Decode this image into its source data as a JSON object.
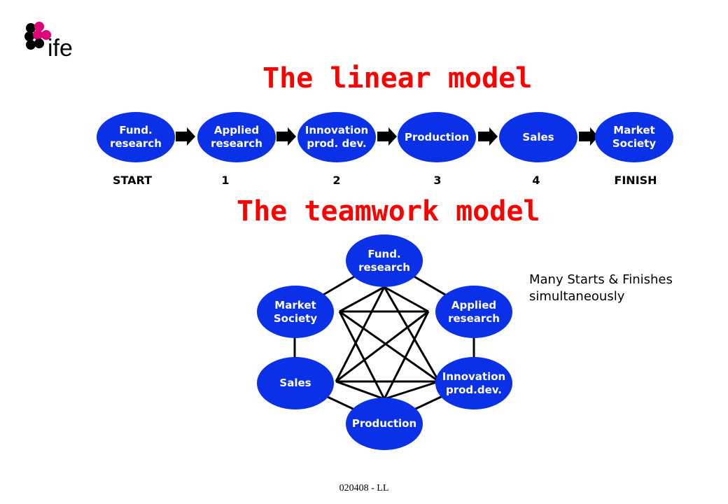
{
  "logo": {
    "text": "ife"
  },
  "linear_model": {
    "title": "The linear model",
    "stages": [
      {
        "label": "Fund.\nresearch",
        "step": "START"
      },
      {
        "label": "Applied\nresearch",
        "step": "1"
      },
      {
        "label": "Innovation\nprod. dev.",
        "step": "2"
      },
      {
        "label": "Production",
        "step": "3"
      },
      {
        "label": "Sales",
        "step": "4"
      },
      {
        "label": "Market\nSociety",
        "step": "FINISH"
      }
    ]
  },
  "teamwork_model": {
    "title": "The teamwork model",
    "nodes": {
      "fund": "Fund.\nresearch",
      "applied": "Applied\nresearch",
      "innovation": "Innovation\nprod.dev.",
      "production": "Production",
      "sales": "Sales",
      "market": "Market\nSociety"
    },
    "note": "Many Starts & Finishes simultaneously"
  },
  "footer": "020408 - LL",
  "colors": {
    "title": "#ff0000",
    "oval": "#0a30e8",
    "logo_magenta": "#e0007a"
  }
}
